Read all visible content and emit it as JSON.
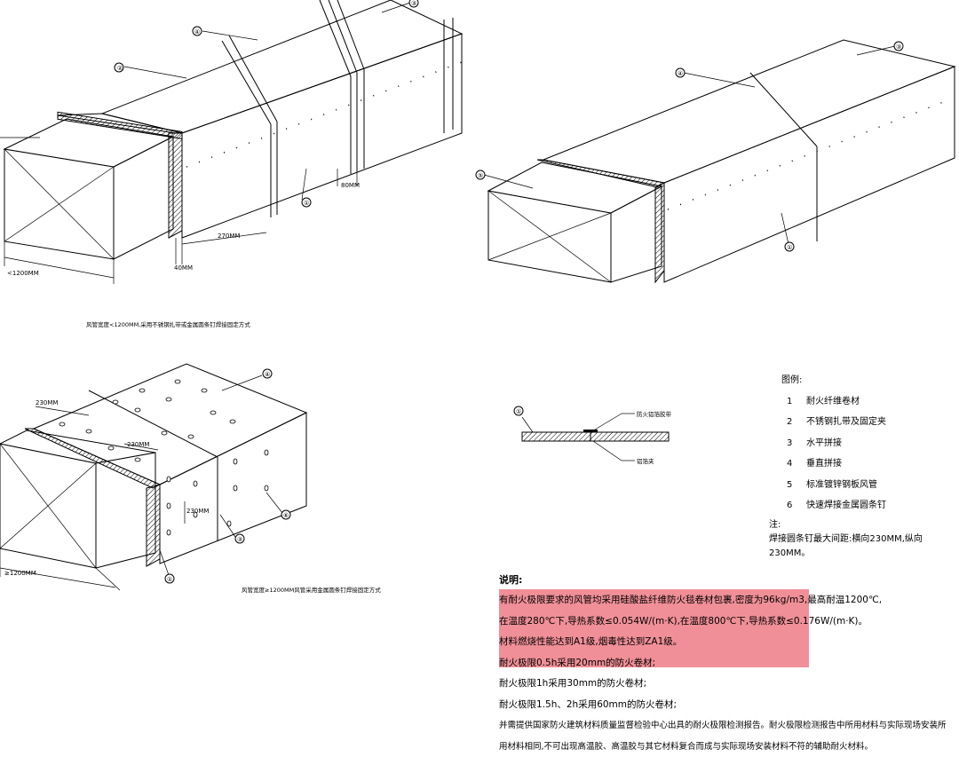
{
  "figures": {
    "fig1": {
      "caption": "风管宽度<1200MM,采用不锈钢扎带或金属圆条钉焊接固定方式",
      "dims": [
        "80MM",
        "270MM",
        "40MM",
        "<1200MM"
      ],
      "callouts": [
        "①",
        "②",
        "③",
        "④"
      ]
    },
    "fig2": {
      "callouts": [
        "①",
        "③",
        "④",
        "⑤"
      ]
    },
    "fig3": {
      "caption": "风管宽度≥1200MM风管采用金属圆条钉焊接固定方式",
      "dims": [
        "230MM",
        "230MM",
        "230MM",
        "≥1200MM"
      ],
      "callouts": [
        "①",
        "③",
        "④",
        "⑥"
      ]
    },
    "joint_detail": {
      "callout": "①",
      "label_top": "防火铝箔胶带",
      "label_bottom": "铝箔夹"
    }
  },
  "legend": {
    "title": "图例:",
    "items": [
      {
        "num": "1",
        "text": "耐火纤维卷材"
      },
      {
        "num": "2",
        "text": "不锈钢扎带及固定夹"
      },
      {
        "num": "3",
        "text": "水平拼接"
      },
      {
        "num": "4",
        "text": "垂直拼接"
      },
      {
        "num": "5",
        "text": "标准镀锌钢板风管"
      },
      {
        "num": "6",
        "text": "快速焊接金属圆条钉"
      }
    ]
  },
  "note": {
    "title": "注:",
    "text": "焊接圆条钉最大间距:横向230MM,纵向230MM。"
  },
  "description": {
    "title": "说明:",
    "lines": [
      "有耐火极限要求的风管均采用硅酸盐纤维防火毯卷材包裹,密度为96kg/m3,最高耐温1200℃,",
      "在温度280℃下,导热系数≤0.054W/(m·K),在温度800℃下,导热系数≤0.176W/(m·K)。",
      "材料燃烧性能达到A1级,烟毒性达到ZA1级。",
      "耐火极限0.5h采用20mm的防火卷材;",
      "耐火极限1h采用30mm的防火卷材;",
      "耐火极限1.5h、2h采用60mm的防火卷材;",
      "并需提供国家防火建筑材料质量监督检验中心出具的耐火极限检测报告。耐火极限检测报告中所用材料与实际现场安装所",
      "用材料相同,不可出现高温胶、高温胶与其它材料复合而成与实际现场安装材料不符的辅助耐火材料。"
    ]
  }
}
